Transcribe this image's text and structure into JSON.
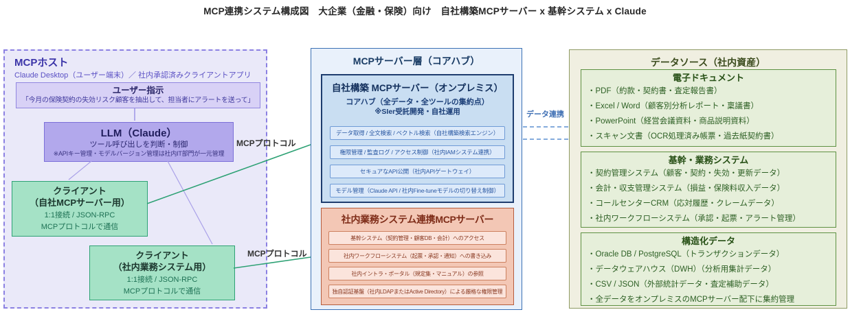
{
  "title": "MCP連携システム構成図　大企業（金融・保険）向け　自社構築MCPサーバー x 基幹システム x Claude",
  "colors": {
    "host_accent": "#8b80e2",
    "host_fill": "#eae9f9",
    "llm_fill": "#b2a8ec",
    "client_fill": "#a5e2c6",
    "client_accent": "#2da174",
    "server_accent": "#3a70b4",
    "core_fill": "#c9def2",
    "internal_fill": "#f3c7b5",
    "internal_accent": "#b65c3c",
    "sources_fill": "#f0efe1",
    "sources_accent": "#5d9141"
  },
  "host": {
    "title": "MCPホスト",
    "subtitle": "Claude Desktop（ユーザー端末）／ 社内承認済みクライアントアプリ",
    "user_instruction": {
      "title": "ユーザー指示",
      "text": "「今月の保険契約の失効リスク顧客を抽出して、担当者にアラートを送って」"
    },
    "llm": {
      "title": "LLM（Claude）",
      "line1": "ツール呼び出しを判断・制御",
      "line2": "※APIキー管理・モデルバージョン管理は社内IT部門が一元管理"
    },
    "client1": {
      "title1": "クライアント",
      "title2": "（自社MCPサーバー用）",
      "line1": "1:1接続 / JSON-RPC",
      "line2": "MCPプロトコルで通信"
    },
    "client2": {
      "title1": "クライアント",
      "title2": "（社内業務システム用）",
      "line1": "1:1接続 / JSON-RPC",
      "line2": "MCPプロトコルで通信"
    }
  },
  "connections": {
    "mcp_protocol_label_1": "MCPプロトコル",
    "mcp_protocol_label_2": "MCPプロトコル",
    "data_link_label": "データ連携"
  },
  "server_layer": {
    "title": "MCPサーバー層（コアハブ）",
    "core": {
      "title": "自社構築 MCPサーバー（オンプレミス）",
      "subtitle1": "コアハブ（全データ・全ツールの集約点）",
      "subtitle2": "※SIer受託開発・自社運用",
      "items": [
        "データ取得 / 全文検索 / ベクトル検索（自社構築検索エンジン）",
        "権限管理 / 監査ログ / アクセス制御（社内IAMシステム連携）",
        "セキュアなAPI公開（社内APIゲートウェイ）",
        "モデル管理（Claude API / 社内Fine-tuneモデルの切り替え制御）"
      ]
    },
    "internal": {
      "title": "社内業務システム連携MCPサーバー",
      "items": [
        "基幹システム（契約管理・顧客DB・会計）へのアクセス",
        "社内ワークフローシステム（起票・承認・通知）への書き込み",
        "社内イントラ・ポータル（規定集・マニュアル）の参照",
        "独自認証基盤（社内LDAPまたはActive Directory）による厳格な権限管理"
      ]
    }
  },
  "data_sources": {
    "title": "データソース（社内資産）",
    "groups": [
      {
        "title": "電子ドキュメント",
        "items": [
          "・PDF（約款・契約書・査定報告書）",
          "・Excel / Word（顧客別分析レポート・稟議書）",
          "・PowerPoint（経営会議資料・商品説明資料）",
          "・スキャン文書（OCR処理済み帳票・過去紙契約書）"
        ]
      },
      {
        "title": "基幹・業務システム",
        "items": [
          "・契約管理システム（顧客・契約・失効・更新データ）",
          "・会計・収支管理システム（損益・保険料収入データ）",
          "・コールセンターCRM（応対履歴・クレームデータ）",
          "・社内ワークフローシステム（承認・起票・アラート管理）"
        ]
      },
      {
        "title": "構造化データ",
        "items": [
          "・Oracle DB / PostgreSQL（トランザクションデータ）",
          "・データウェアハウス（DWH）（分析用集計データ）",
          "・CSV / JSON（外部統計データ・査定補助データ）",
          "・全データをオンプレミスのMCPサーバー配下に集約管理"
        ]
      }
    ]
  }
}
